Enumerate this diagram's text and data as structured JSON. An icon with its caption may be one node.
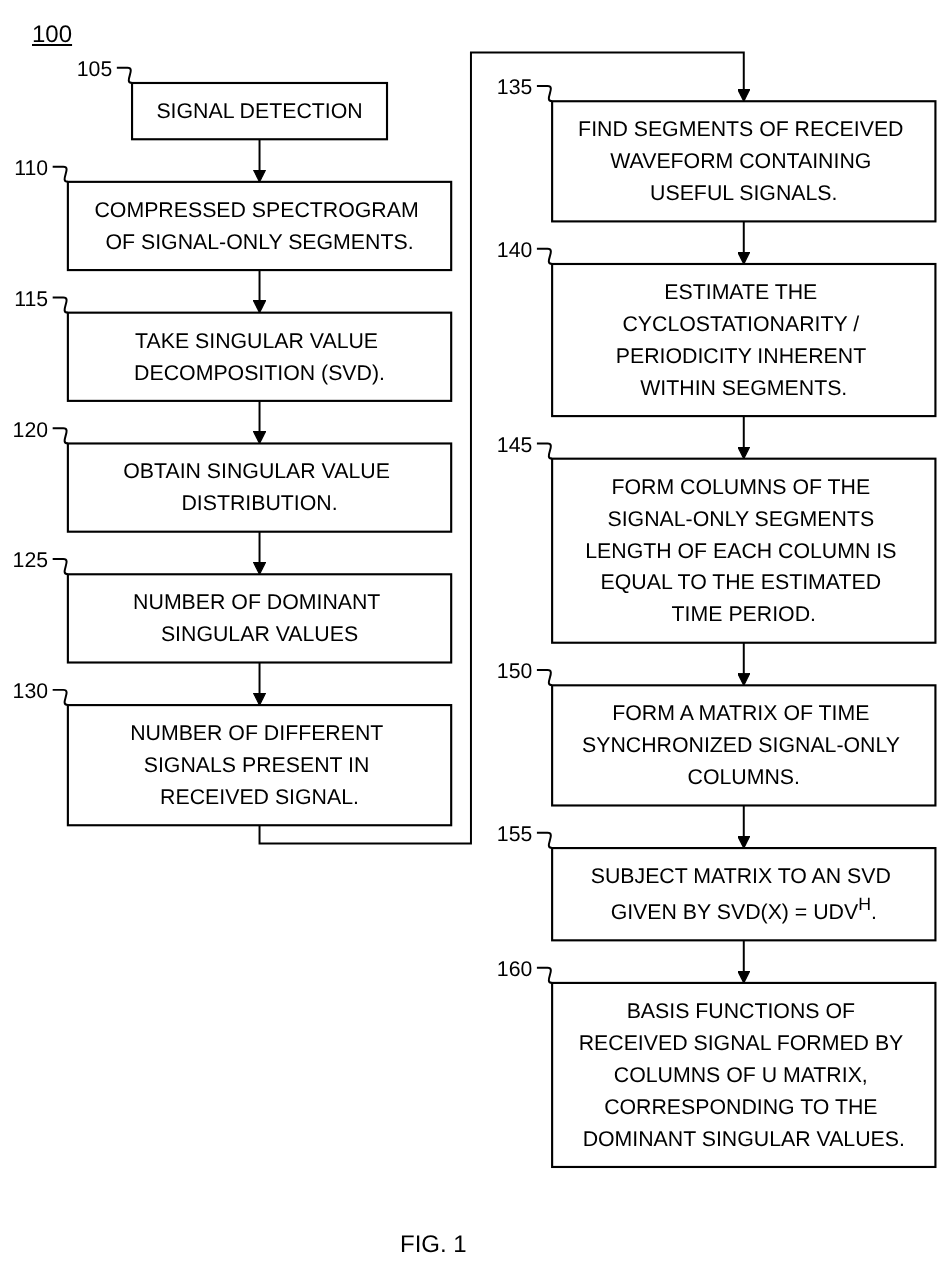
{
  "diagram": {
    "caption": "FIG. 1",
    "nodes": [
      {
        "text": [
          "105"
        ]
      },
      {
        "text": [
          "SIGNAL DETECTION"
        ]
      },
      {
        "text": [
          "110"
        ]
      },
      {
        "text": [
          "COMPRESSED SPECTROGRAM OF SIGNAL-ONLY SEGMENTS."
        ]
      },
      {
        "text": [
          "115"
        ]
      },
      {
        "text": [
          "TAKE SINGULAR VALUE DECOMPOSITION (SVD)."
        ]
      },
      {
        "text": [
          "120"
        ]
      },
      {
        "text": [
          "OBTAIN SINGULAR VALUE DISTRIBUTION."
        ]
      },
      {
        "text": [
          "125"
        ]
      },
      {
        "text": [
          "NUMBER OF DOMINANT SINGULAR VALUES"
        ]
      },
      {
        "text": [
          "130"
        ]
      },
      {
        "text": [
          "NUMBER OF DIFFERENT SIGNALS PRESENT IN RECEIVED SIGNAL."
        ]
      },
      {
        "text": [
          "135"
        ]
      },
      {
        "text": [
          "FIND SEGMENTS OF RECEIVED WAVEFORM CONTAINING USEFUL SIGNALS."
        ]
      },
      {
        "text": [
          "140"
        ]
      },
      {
        "text": [
          "ESTIMATE THE CYCLOSTATIONARITY / PERIODICITY INHERENT WITHIN SEGMENTS."
        ]
      },
      {
        "text": [
          "145"
        ]
      },
      {
        "text": [
          "FORM COLUMNS OF THE SIGNAL-ONLY SEGMENTS LENGTH OF EACH COLUMN IS EQUAL TO THE ESTIMATED TIME PERIOD."
        ]
      },
      {
        "text": [
          "150"
        ]
      },
      {
        "text": [
          "FORM A MATRIX OF TIME SYNCHRONIZED SIGNAL-ONLY COLUMNS."
        ]
      },
      {
        "text": [
          "155"
        ]
      },
      {
        "text": [
          "SUBJECT MATRIX TO AN SVD GIVEN BY SVD(X) = UDV$^{H}$."
        ]
      },
      {
        "text": [
          "160"
        ]
      },
      {
        "text": [
          "BASIS FUNCTIONS OF RECEIVED SIGNAL FORMED BY COLUMNS OF U MATRIX, CORRESPONDING TO THE DOMINANT SINGULAR VALUES."
        ]
      }
    ],
    "edges": [
      {
        "from": 1,
        "to": 3,
        "arrow": "to"
      },
      {
        "from": 3,
        "to": 5,
        "arrow": "to"
      },
      {
        "from": 5,
        "to": 7,
        "arrow": "to"
      },
      {
        "from": 7,
        "to": 9,
        "arrow": "to"
      },
      {
        "from": 9,
        "to": 11,
        "arrow": "to"
      },
      {
        "from": 11,
        "to": 13,
        "arrow": "to"
      },
      {
        "from": 13,
        "to": 15,
        "arrow": "to"
      },
      {
        "from": 15,
        "to": 17,
        "arrow": "to"
      },
      {
        "from": 17,
        "to": 19,
        "arrow": "to"
      },
      {
        "from": 19,
        "to": 21,
        "arrow": "to"
      },
      {
        "from": 21,
        "to": 23,
        "arrow": "to"
      },
      {
        "from": 0,
        "to": 1,
        "arrow": "none"
      },
      {
        "from": 2,
        "to": 3,
        "arrow": "none"
      },
      {
        "from": 4,
        "to": 5,
        "arrow": "none"
      },
      {
        "from": 6,
        "to": 7,
        "arrow": "none"
      },
      {
        "from": 8,
        "to": 9,
        "arrow": "none"
      },
      {
        "from": 10,
        "to": 11,
        "arrow": "none"
      },
      {
        "from": 12,
        "to": 13,
        "arrow": "none"
      },
      {
        "from": 14,
        "to": 15,
        "arrow": "none"
      },
      {
        "from": 16,
        "to": 17,
        "arrow": "none"
      },
      {
        "from": 18,
        "to": 19,
        "arrow": "none"
      },
      {
        "from": 20,
        "to": 21,
        "arrow": "none"
      },
      {
        "from": 22,
        "to": 23,
        "arrow": "none"
      }
    ],
    "labels": [
      "100"
    ]
  }
}
